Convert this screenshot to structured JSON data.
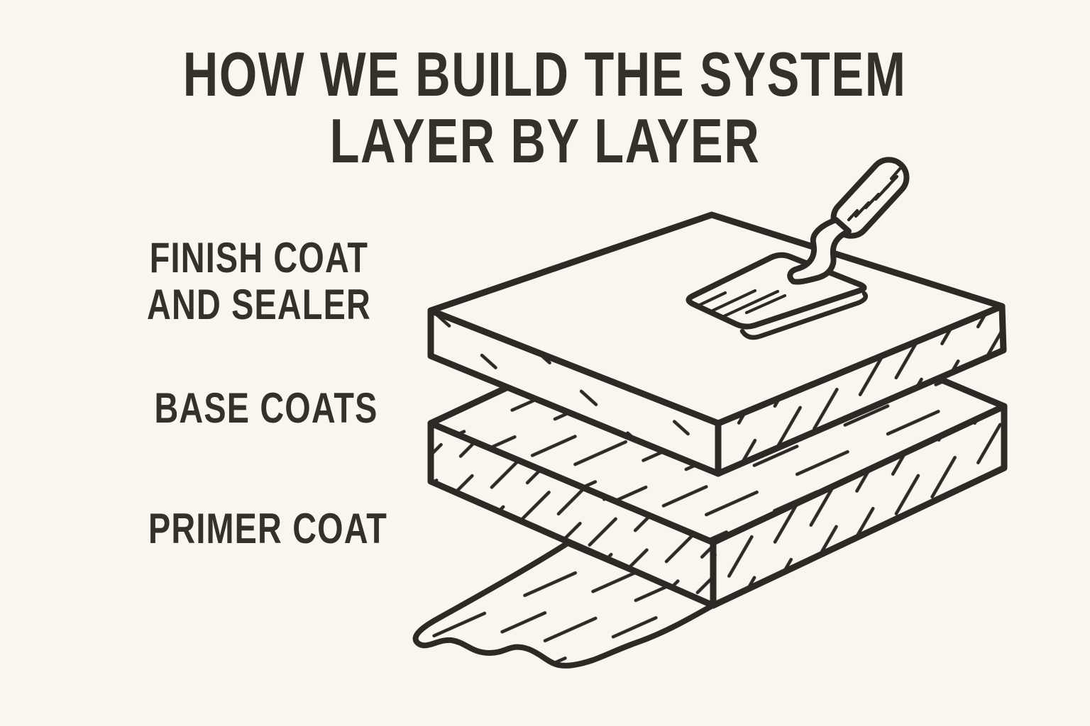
{
  "page": {
    "background_color": "#f8f6ef",
    "ink_color": "#2d2a26"
  },
  "title": {
    "line1": "HOW WE BUILD THE SYSTEM",
    "line2": "LAYER BY LAYER"
  },
  "labels": [
    {
      "id": "finish-coat",
      "lines": [
        "FINISH COAT",
        "AND SEALER"
      ]
    },
    {
      "id": "base-coats",
      "lines": [
        "BASE COATS"
      ]
    },
    {
      "id": "primer-coat",
      "lines": [
        "PRIMER COAT"
      ]
    }
  ],
  "illustration": {
    "parts": [
      "primer-coat-splat",
      "base-coat-slab",
      "finish-coat-slab",
      "trowel"
    ]
  }
}
